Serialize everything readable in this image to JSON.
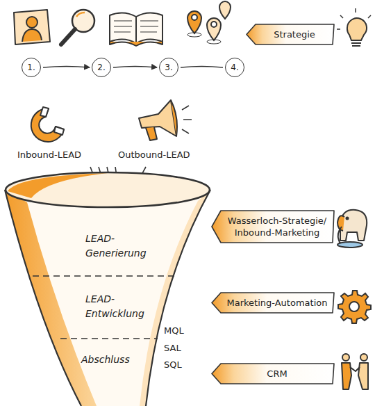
{
  "diagram": {
    "nodes": [
      {
        "text": [
          "Strategie"
        ]
      },
      {
        "text": [
          "1."
        ]
      },
      {
        "text": [
          "2."
        ]
      },
      {
        "text": [
          "3."
        ]
      },
      {
        "text": [
          "4."
        ]
      },
      {
        "text": [
          "LEAD- Generierung",
          "LEAD- Entwicklung",
          "Abschluss"
        ]
      },
      {
        "text": [
          "Wasserloch-Strategie/ Inbound-Marketing"
        ]
      },
      {
        "text": [
          "Marketing-Automation"
        ]
      },
      {
        "text": [
          "CRM"
        ]
      }
    ],
    "edges": [
      {
        "from": 1,
        "to": 2,
        "arrow": "to"
      },
      {
        "from": 2,
        "to": 3,
        "arrow": "to"
      },
      {
        "from": 3,
        "to": 4,
        "arrow": "none"
      }
    ],
    "labels": [
      "Inbound-LEAD",
      "Outbound-LEAD",
      "MQL",
      "SAL",
      "SQL"
    ]
  }
}
